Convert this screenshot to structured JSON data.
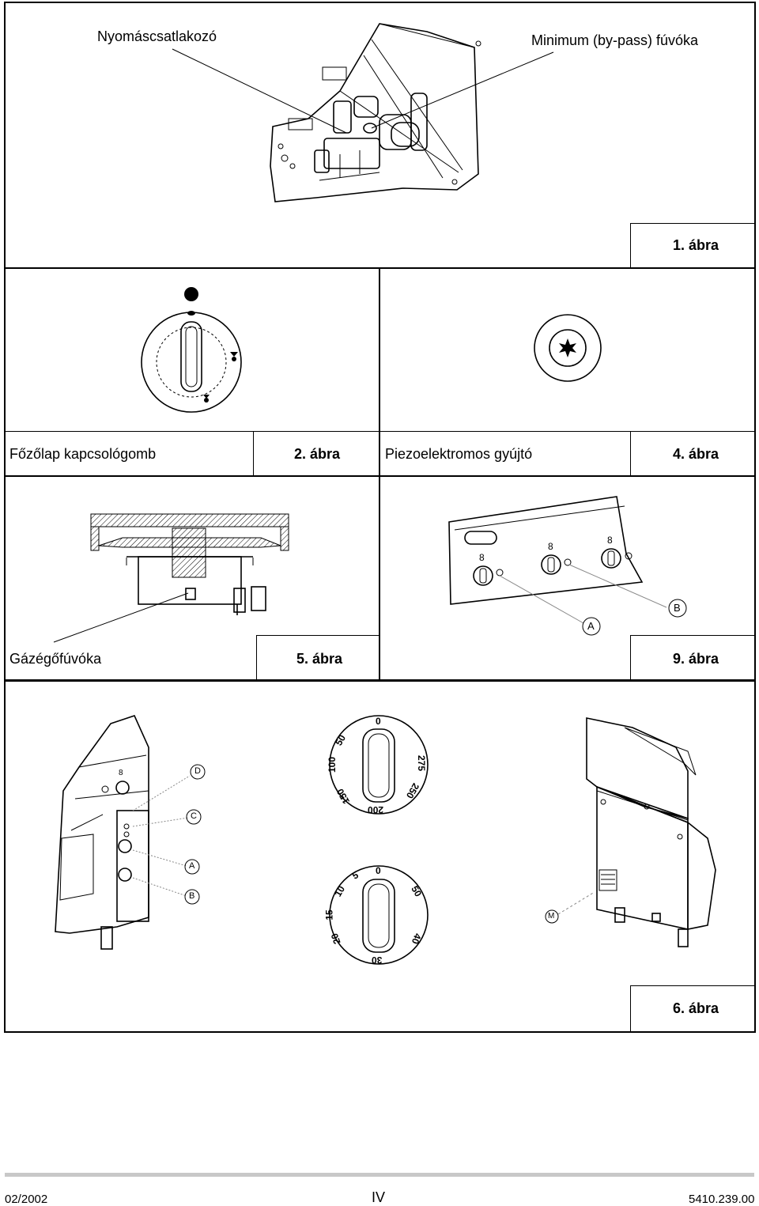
{
  "figure1": {
    "label_pressure_port": "Nyomáscsatlakozó",
    "label_bypass_nozzle": "Minimum (by-pass) fúvóka",
    "caption": "1. ábra"
  },
  "figure2": {
    "label": "Főzőlap kapcsológomb",
    "caption": "2. ábra"
  },
  "figure4": {
    "label": "Piezoelektromos gyújtó",
    "caption": "4. ábra"
  },
  "figure5": {
    "label": "Gázégőfúvóka",
    "caption": "5. ábra"
  },
  "figure9": {
    "caption": "9. ábra",
    "knob_marks": [
      "8",
      "8",
      "8"
    ],
    "callouts": [
      "A",
      "B"
    ]
  },
  "figure6": {
    "caption": "6. ábra",
    "callouts_left": [
      "D",
      "C",
      "A",
      "B"
    ],
    "callout_right": "M",
    "knob_marks_left": [
      "8"
    ],
    "dial_temperature": [
      "0",
      "50",
      "100",
      "150",
      "200",
      "250",
      "275"
    ],
    "dial_timer": [
      "0",
      "5",
      "10",
      "15",
      "20",
      "30",
      "40",
      "50"
    ]
  },
  "footer": {
    "date": "02/2002",
    "page": "IV",
    "doc_number": "5410.239.00"
  }
}
